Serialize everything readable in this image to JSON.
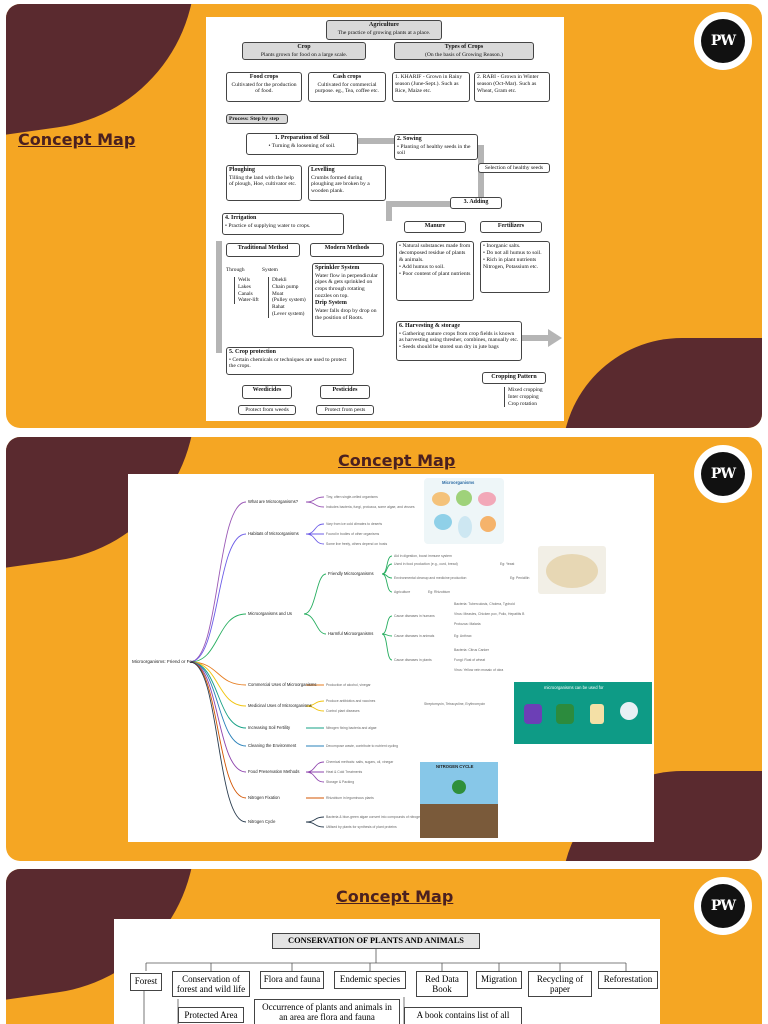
{
  "slides": [
    {
      "concept_title": "Concept Map",
      "logo": "PW"
    },
    {
      "concept_title": "Concept Map",
      "logo": "PW"
    },
    {
      "concept_title": "Concept Map",
      "logo": "PW"
    }
  ],
  "agri": {
    "title": "Agriculture",
    "subtitle": "The practice of growing plants at a place.",
    "crop_title": "Crop",
    "crop_def": "Plants grown for food on a large scale.",
    "types_title": "Types of Crops",
    "types_sub": "(On the basis of Growing Reason.)",
    "food_title": "Food crops",
    "food_def": "Cultivated for the production of food.",
    "cash_title": "Cash crops",
    "cash_def": "Cultivated for commercial purpose. eg., Tea, coffee etc.",
    "kharif": "1. KHARIF - Grown in Rainy season (June-Sept.). Such as Rice, Maize etc.",
    "rabi": "2. RABI - Grown in Winter season (Oct-Mar). Such as Wheat, Gram etc.",
    "process": "Process: Step by step",
    "s1_title": "1. Preparation of Soil",
    "s1_def": "• Turning & loosening of soil.",
    "s2_title": "2. Sowing",
    "s2_def": "• Planting of healthy seeds in the soil",
    "selection": "Selection of healthy seeds",
    "ploughing_title": "Ploughing",
    "ploughing_def": "Tilling the land with the help of plough, Hoe, cultivator etc.",
    "levelling_title": "Levelling",
    "levelling_def": "Crumbs formed during ploughing are broken by a wooden plank.",
    "s3_title": "3. Adding",
    "s4_title": "4. Irrigation",
    "s4_def": "• Practice of supplying water to crops.",
    "manure_title": "Manure",
    "fert_title": "Fertilizers",
    "manure_1": "• Natural substances made from decomposed residue of plants & animals.",
    "manure_2": "• Add humus to soil.",
    "manure_3": "• Poor content of plant nutrients",
    "fert_1": "• Inorganic salts.",
    "fert_2": "• Do not all humus to soil.",
    "fert_3": "• Rich in plant nutrients Nitrogen, Potassium etc.",
    "trad_title": "Traditional Method",
    "modern_title": "Modern Methods",
    "through": "Through",
    "system": "System",
    "through_items": "Wells\nLakes\nCanals\nWater-lift",
    "system_items": "Dhekli\nChain pump\nMoat\n(Pulley system)\nRahat\n(Lever system)",
    "sprinkler_title": "Sprinkler System",
    "sprinkler_def": "Water flow in perpendicular pipes & gets sprinkled on crops through rotating nozzles on top.",
    "drip_title": "Drip System",
    "drip_def": "Water falls drop by drop on the position of Roots.",
    "s6_title": "6. Harvesting & storage",
    "s6_def1": "• Gathering mature crops from crop fields is known as harvesting using thresher, combines, manually etc.",
    "s6_def2": "• Seeds should be stored sun dry in jute bags",
    "s5_title": "5. Crop protection",
    "s5_def": "• Certain chemicals or techniques are used to protect the crops.",
    "weedicides": "Weedicides",
    "pesticides": "Pesticides",
    "weed_def": "Protect from weeds",
    "pest_def": "Protect from pests",
    "cropping_title": "Cropping Pattern",
    "cropping_1": "Mixed cropping",
    "cropping_2": "Inter cropping",
    "cropping_3": "Crop rotation"
  },
  "micro": {
    "root": "Microorganisms: Friend or Foe",
    "img1_title": "Microorganisms",
    "img2_title": "microorganisms can be used for",
    "img3_title": "NITROGEN CYCLE",
    "branches": [
      {
        "label": "What are Microorganisms?",
        "subs": [
          "Tiny, often single-celled organisms",
          "Includes bacteria, fungi, protozoa, some algae, and viruses"
        ]
      },
      {
        "label": "Habitats of Microorganisms",
        "subs": [
          "Vary from ice cold climates to deserts",
          "Found in bodies of other organisms",
          "Some live freely, others depend on hosts"
        ]
      },
      {
        "label": "Microorganisms and Us",
        "subs": []
      },
      {
        "label": "Commercial Uses of Microorganisms",
        "subs": [
          "Production of alcohol, vinegar"
        ]
      },
      {
        "label": "Medicinal Uses of Microorganisms",
        "subs": [
          "Produce antibiotics and vaccines",
          "Control plant diseases"
        ]
      },
      {
        "label": "Increasing Soil Fertility",
        "subs": [
          "Nitrogen fixing bacteria and algae"
        ]
      },
      {
        "label": "Cleaning the Environment",
        "subs": [
          "Decompose waste, contribute to nutrient cycling"
        ]
      },
      {
        "label": "Food Preservation Methods",
        "subs": [
          "Chemical methods: salts, sugars, oil, vinegar",
          "Heat & Cold Treatments",
          "Storage & Packing"
        ]
      },
      {
        "label": "Nitrogen Fixation",
        "subs": [
          "Rhizobium in leguminous plants"
        ]
      },
      {
        "label": "Nitrogen Cycle",
        "subs": [
          "Bacteria & blue-green algae convert into compounds of nitrogen",
          "Utilised by plants for synthesis of plant proteins"
        ]
      }
    ],
    "friendly": "Friendly Microorganisms",
    "harmful": "Harmful Microorganisms",
    "friendly_subs": [
      "Aid in digestion, boost immune system",
      "Used in food production (e.g., curd, bread)",
      "Environmental cleanup and medicine production",
      "Agriculture"
    ],
    "friendly_eg": [
      "Eg: Yeast",
      "Eg: Penicillin",
      "Eg: Rhizobium"
    ],
    "harmful_subs": [
      "Cause diseases in humans",
      "Cause diseases in animals",
      "Cause diseases in plants"
    ],
    "harmful_eg": [
      "Bacteria: Tuberculosis, Cholera, Typhoid",
      "Virus: Measles, Chicken pox, Polio, Hepatitis B",
      "Protozoa: Malaria",
      "Eg: Anthrax",
      "Bacteria: Citrus Canker",
      "Fungi: Rust of wheat",
      "Virus: Yellow vein mosaic of okra"
    ],
    "medicinal_eg": "Streptomycin, Tetracycline, Erythromycin"
  },
  "conservation": {
    "title": "CONSERVATION OF PLANTS AND ANIMALS",
    "branches": [
      "Forest",
      "Conservation of forest and wild life",
      "Flora and fauna",
      "Endemic species",
      "Red Data Book",
      "Migration",
      "Recycling of paper",
      "Reforestation"
    ],
    "protected": "Protected Area",
    "flora_def": "Occurrence of plants and animals in an area are flora and fauna respectively",
    "red_def": "A book contains list of all"
  },
  "colors": {
    "orange": "#f5a623",
    "maroon": "#5a2a2f",
    "title_text": "#4a2020"
  }
}
